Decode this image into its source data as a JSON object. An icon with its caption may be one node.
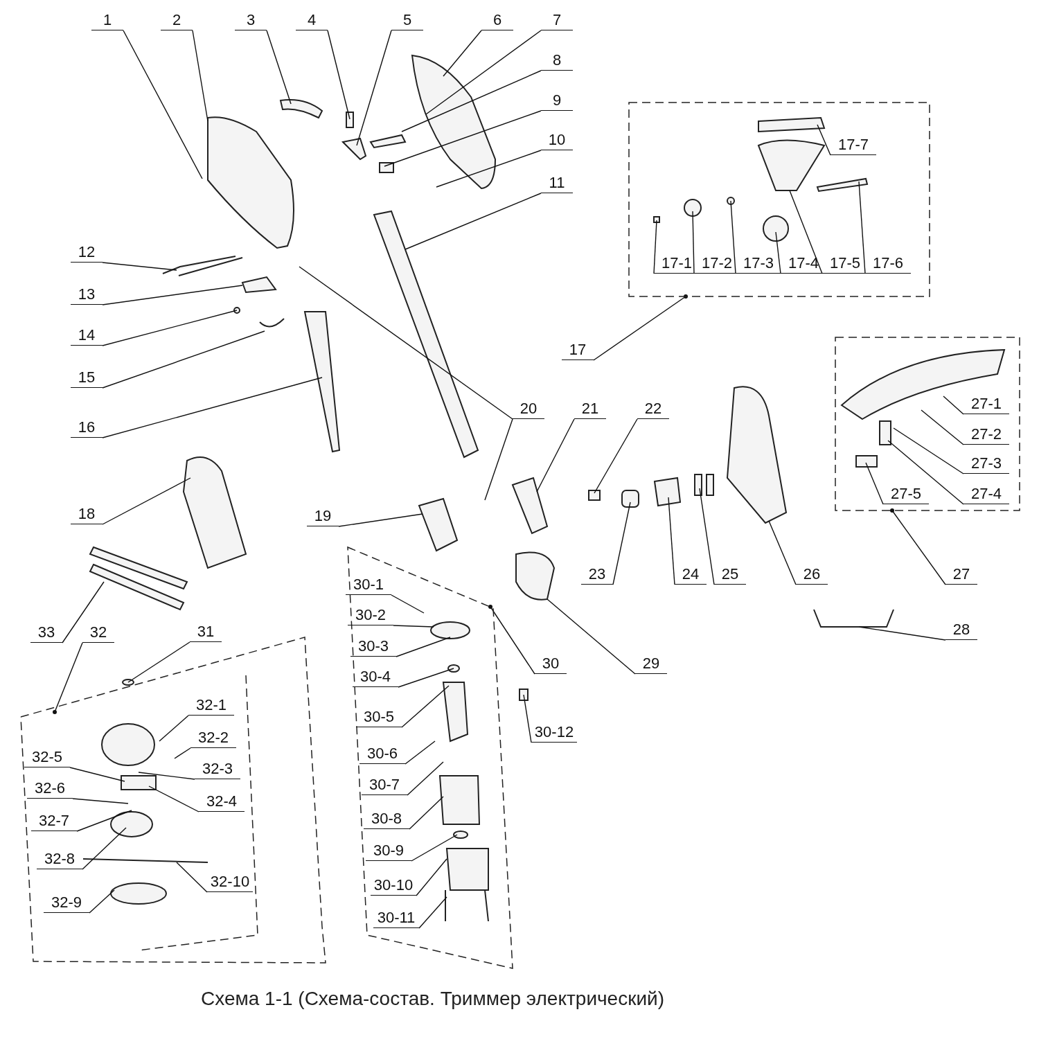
{
  "diagram": {
    "caption": "Схема 1-1 (Схема-состав. Триммер электрический)",
    "nodes": [
      {
        "text": [
          "1"
        ]
      },
      {
        "text": [
          "2"
        ]
      },
      {
        "text": [
          "3"
        ]
      },
      {
        "text": [
          "4"
        ]
      },
      {
        "text": [
          "5"
        ]
      },
      {
        "text": [
          "6"
        ]
      },
      {
        "text": [
          "7"
        ]
      },
      {
        "text": [
          "8"
        ]
      },
      {
        "text": [
          "9"
        ]
      },
      {
        "text": [
          "10"
        ]
      },
      {
        "text": [
          "11"
        ]
      },
      {
        "text": [
          "12"
        ]
      },
      {
        "text": [
          "13"
        ]
      },
      {
        "text": [
          "14"
        ]
      },
      {
        "text": [
          "15"
        ]
      },
      {
        "text": [
          "16"
        ]
      },
      {
        "text": [
          "17"
        ]
      },
      {
        "text": [],
        "shape": "box"
      },
      {
        "text": [
          "17-1"
        ],
        "in": 17
      },
      {
        "text": [
          "17-2"
        ],
        "in": 17
      },
      {
        "text": [
          "17-3"
        ],
        "in": 17
      },
      {
        "text": [
          "17-4"
        ],
        "in": 17
      },
      {
        "text": [
          "17-5"
        ],
        "in": 17
      },
      {
        "text": [
          "17-6"
        ],
        "in": 17
      },
      {
        "text": [
          "17-7"
        ],
        "in": 17
      },
      {
        "text": [
          "18"
        ]
      },
      {
        "text": [
          "19"
        ]
      },
      {
        "text": [
          "20"
        ]
      },
      {
        "text": [
          "21"
        ]
      },
      {
        "text": [
          "22"
        ]
      },
      {
        "text": [
          "23"
        ]
      },
      {
        "text": [
          "24"
        ]
      },
      {
        "text": [
          "25"
        ]
      },
      {
        "text": [
          "26"
        ]
      },
      {
        "text": [
          "27"
        ]
      },
      {
        "text": [],
        "shape": "box"
      },
      {
        "text": [
          "27-1"
        ],
        "in": 35
      },
      {
        "text": [
          "27-2"
        ],
        "in": 35
      },
      {
        "text": [
          "27-3"
        ],
        "in": 35
      },
      {
        "text": [
          "27-4"
        ],
        "in": 35
      },
      {
        "text": [
          "27-5"
        ],
        "in": 35
      },
      {
        "text": [
          "28"
        ]
      },
      {
        "text": [
          "29"
        ]
      },
      {
        "text": [
          "30"
        ]
      },
      {
        "text": [],
        "shape": "box"
      },
      {
        "text": [
          "30-1"
        ],
        "in": 44
      },
      {
        "text": [
          "30-2"
        ],
        "in": 44
      },
      {
        "text": [
          "30-3"
        ],
        "in": 44
      },
      {
        "text": [
          "30-4"
        ],
        "in": 44
      },
      {
        "text": [
          "30-5"
        ],
        "in": 44
      },
      {
        "text": [
          "30-6"
        ],
        "in": 44
      },
      {
        "text": [
          "30-7"
        ],
        "in": 44
      },
      {
        "text": [
          "30-8"
        ],
        "in": 44
      },
      {
        "text": [
          "30-9"
        ],
        "in": 44
      },
      {
        "text": [
          "30-10"
        ],
        "in": 44
      },
      {
        "text": [
          "30-11"
        ],
        "in": 44
      },
      {
        "text": [
          "30-12"
        ]
      },
      {
        "text": [
          "31"
        ]
      },
      {
        "text": [
          "32"
        ]
      },
      {
        "text": [],
        "shape": "box"
      },
      {
        "text": [
          "32-1"
        ],
        "in": 59
      },
      {
        "text": [
          "32-2"
        ],
        "in": 59
      },
      {
        "text": [
          "32-3"
        ],
        "in": 59
      },
      {
        "text": [
          "32-4"
        ],
        "in": 59
      },
      {
        "text": [
          "32-5"
        ],
        "in": 59
      },
      {
        "text": [
          "32-6"
        ],
        "in": 59
      },
      {
        "text": [
          "32-7"
        ],
        "in": 59
      },
      {
        "text": [
          "32-8"
        ],
        "in": 59
      },
      {
        "text": [
          "32-9"
        ],
        "in": 59
      },
      {
        "text": [
          "32-10"
        ],
        "in": 59
      },
      {
        "text": [
          "33"
        ]
      }
    ],
    "edges": [
      {
        "from": 0,
        "to": null,
        "arrow": "none"
      },
      {
        "from": 1,
        "to": null,
        "arrow": "none"
      },
      {
        "from": 2,
        "to": null,
        "arrow": "none"
      },
      {
        "from": 3,
        "to": null,
        "arrow": "none"
      },
      {
        "from": 4,
        "to": null,
        "arrow": "none"
      },
      {
        "from": 5,
        "to": null,
        "arrow": "none"
      },
      {
        "from": 6,
        "to": null,
        "arrow": "none"
      },
      {
        "from": 7,
        "to": null,
        "arrow": "none"
      },
      {
        "from": 8,
        "to": null,
        "arrow": "none"
      },
      {
        "from": 9,
        "to": null,
        "arrow": "none"
      },
      {
        "from": 10,
        "to": null,
        "arrow": "none"
      },
      {
        "from": 11,
        "to": null,
        "arrow": "none"
      },
      {
        "from": 12,
        "to": null,
        "arrow": "none"
      },
      {
        "from": 13,
        "to": null,
        "arrow": "none"
      },
      {
        "from": 14,
        "to": null,
        "arrow": "none"
      },
      {
        "from": 15,
        "to": null,
        "arrow": "none"
      },
      {
        "from": 16,
        "to": 17,
        "arrow": "other"
      },
      {
        "from": 18,
        "to": null,
        "arrow": "none"
      },
      {
        "from": 19,
        "to": null,
        "arrow": "none"
      },
      {
        "from": 20,
        "to": null,
        "arrow": "none"
      },
      {
        "from": 21,
        "to": null,
        "arrow": "none"
      },
      {
        "from": 22,
        "to": null,
        "arrow": "none"
      },
      {
        "from": 23,
        "to": null,
        "arrow": "none"
      },
      {
        "from": 24,
        "to": null,
        "arrow": "none"
      },
      {
        "from": 25,
        "to": null,
        "arrow": "none"
      },
      {
        "from": 26,
        "to": null,
        "arrow": "none"
      },
      {
        "from": 27,
        "to": null,
        "arrow": "none"
      },
      {
        "from": 27,
        "to": null,
        "arrow": "none"
      },
      {
        "from": 28,
        "to": null,
        "arrow": "none"
      },
      {
        "from": 29,
        "to": null,
        "arrow": "none"
      },
      {
        "from": 30,
        "to": null,
        "arrow": "none"
      },
      {
        "from": 31,
        "to": null,
        "arrow": "none"
      },
      {
        "from": 32,
        "to": null,
        "arrow": "none"
      },
      {
        "from": 33,
        "to": null,
        "arrow": "none"
      },
      {
        "from": 34,
        "to": 35,
        "arrow": "other"
      },
      {
        "from": 36,
        "to": null,
        "arrow": "none"
      },
      {
        "from": 37,
        "to": null,
        "arrow": "none"
      },
      {
        "from": 38,
        "to": null,
        "arrow": "none"
      },
      {
        "from": 39,
        "to": null,
        "arrow": "none"
      },
      {
        "from": 40,
        "to": null,
        "arrow": "none"
      },
      {
        "from": 41,
        "to": null,
        "arrow": "none"
      },
      {
        "from": 42,
        "to": null,
        "arrow": "none"
      },
      {
        "from": 43,
        "to": 44,
        "arrow": "other"
      },
      {
        "from": 45,
        "to": null,
        "arrow": "none"
      },
      {
        "from": 46,
        "to": null,
        "arrow": "none"
      },
      {
        "from": 47,
        "to": null,
        "arrow": "none"
      },
      {
        "from": 48,
        "to": null,
        "arrow": "none"
      },
      {
        "from": 49,
        "to": null,
        "arrow": "none"
      },
      {
        "from": 50,
        "to": null,
        "arrow": "none"
      },
      {
        "from": 51,
        "to": null,
        "arrow": "none"
      },
      {
        "from": 52,
        "to": null,
        "arrow": "none"
      },
      {
        "from": 53,
        "to": null,
        "arrow": "none"
      },
      {
        "from": 54,
        "to": null,
        "arrow": "none"
      },
      {
        "from": 55,
        "to": null,
        "arrow": "none"
      },
      {
        "from": 56,
        "to": null,
        "arrow": "none"
      },
      {
        "from": 57,
        "to": null,
        "arrow": "none"
      },
      {
        "from": 58,
        "to": 59,
        "arrow": "other"
      },
      {
        "from": 60,
        "to": null,
        "arrow": "none"
      },
      {
        "from": 61,
        "to": null,
        "arrow": "none"
      },
      {
        "from": 62,
        "to": null,
        "arrow": "none"
      },
      {
        "from": 63,
        "to": null,
        "arrow": "none"
      },
      {
        "from": 64,
        "to": null,
        "arrow": "none"
      },
      {
        "from": 65,
        "to": null,
        "arrow": "none"
      },
      {
        "from": 66,
        "to": null,
        "arrow": "none"
      },
      {
        "from": 67,
        "to": null,
        "arrow": "none"
      },
      {
        "from": 68,
        "to": null,
        "arrow": "none"
      },
      {
        "from": 69,
        "to": null,
        "arrow": "none"
      },
      {
        "from": 70,
        "to": null,
        "arrow": "none"
      }
    ]
  }
}
